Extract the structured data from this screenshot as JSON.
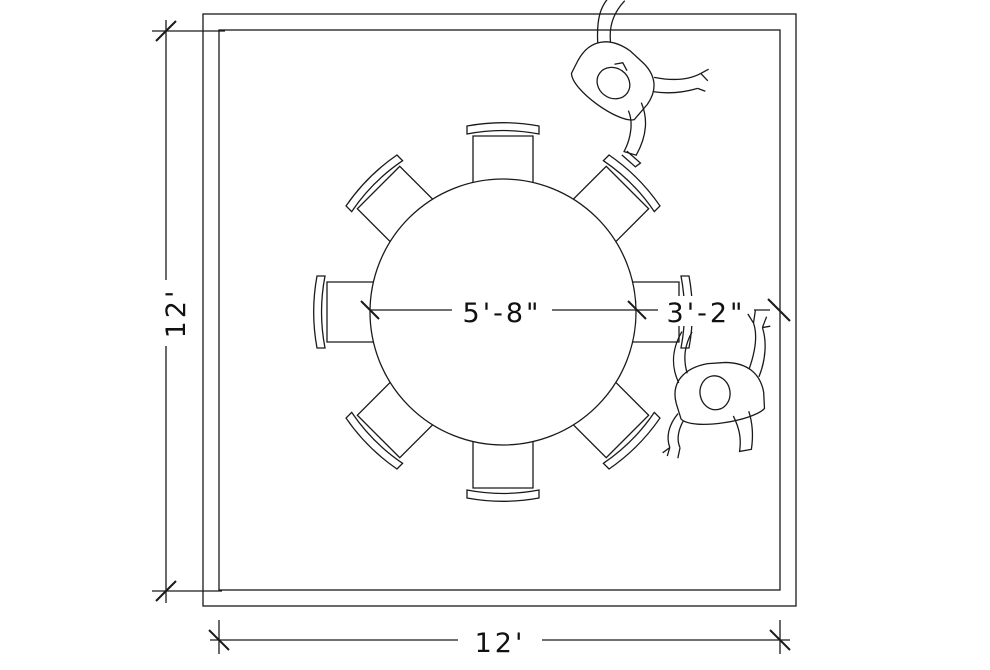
{
  "dimensions": {
    "room_width": "12'",
    "room_height": "12'",
    "table_diameter": "5'-8\"",
    "clearance": "3'-2\""
  },
  "furniture": {
    "table_shape": "round",
    "chair_count": 8,
    "people_count": 2
  }
}
